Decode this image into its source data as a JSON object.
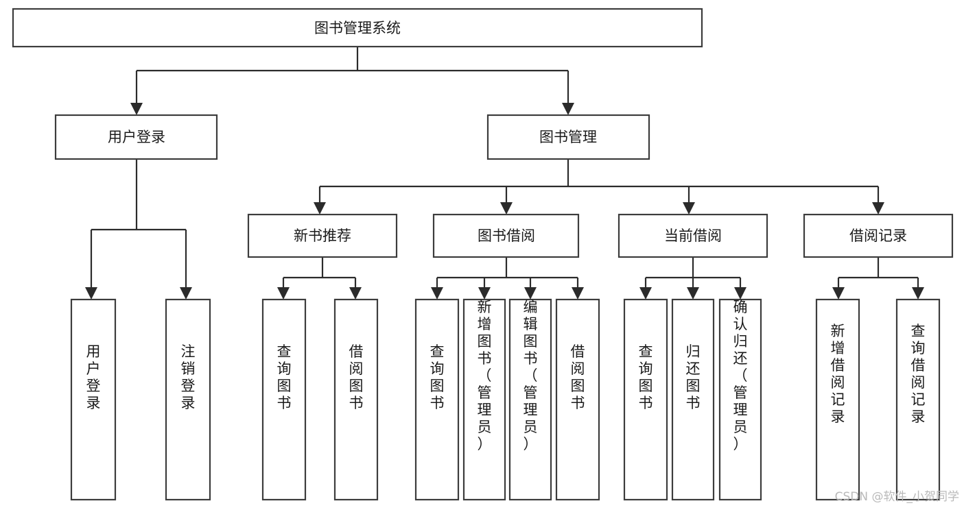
{
  "diagram": {
    "title": "图书管理系统",
    "type": "hierarchy-tree",
    "orientation": "top-down",
    "levels": 4,
    "root": {
      "id": "root",
      "label": "图书管理系统",
      "text_orientation": "horizontal"
    },
    "level2": [
      {
        "id": "user-login",
        "label": "用户登录",
        "text_orientation": "horizontal"
      },
      {
        "id": "book-management",
        "label": "图书管理",
        "text_orientation": "horizontal"
      }
    ],
    "level3": [
      {
        "id": "new-book-recommend",
        "label": "新书推荐",
        "parent": "book-management",
        "text_orientation": "horizontal"
      },
      {
        "id": "book-borrow",
        "label": "图书借阅",
        "parent": "book-management",
        "text_orientation": "horizontal"
      },
      {
        "id": "current-borrow",
        "label": "当前借阅",
        "parent": "book-management",
        "text_orientation": "horizontal"
      },
      {
        "id": "borrow-record",
        "label": "借阅记录",
        "parent": "book-management",
        "text_orientation": "horizontal"
      }
    ],
    "leaves": [
      {
        "id": "leaf-user-login",
        "label": "用户登录",
        "parent": "user-login",
        "text_orientation": "vertical"
      },
      {
        "id": "leaf-logout-login",
        "label": "注销登录",
        "parent": "user-login",
        "text_orientation": "vertical"
      },
      {
        "id": "leaf-query-book-1",
        "label": "查询图书",
        "parent": "new-book-recommend",
        "text_orientation": "vertical"
      },
      {
        "id": "leaf-borrow-book-1",
        "label": "借阅图书",
        "parent": "new-book-recommend",
        "text_orientation": "vertical"
      },
      {
        "id": "leaf-query-book-2",
        "label": "查询图书",
        "parent": "book-borrow",
        "text_orientation": "vertical"
      },
      {
        "id": "leaf-add-book",
        "label": "新增图书（管理员）",
        "parent": "book-borrow",
        "text_orientation": "vertical"
      },
      {
        "id": "leaf-edit-book",
        "label": "编辑图书（管理员）",
        "parent": "book-borrow",
        "text_orientation": "vertical"
      },
      {
        "id": "leaf-borrow-book-2",
        "label": "借阅图书",
        "parent": "book-borrow",
        "text_orientation": "vertical"
      },
      {
        "id": "leaf-query-book-3",
        "label": "查询图书",
        "parent": "current-borrow",
        "text_orientation": "vertical"
      },
      {
        "id": "leaf-return-book",
        "label": "归还图书",
        "parent": "current-borrow",
        "text_orientation": "vertical"
      },
      {
        "id": "leaf-confirm-return",
        "label": "确认归还（管理员）",
        "parent": "current-borrow",
        "text_orientation": "vertical"
      },
      {
        "id": "leaf-add-borrow-record",
        "label": "新增借阅记录",
        "parent": "borrow-record",
        "text_orientation": "vertical"
      },
      {
        "id": "leaf-query-borrow-record",
        "label": "查询借阅记录",
        "parent": "borrow-record",
        "text_orientation": "vertical"
      }
    ]
  },
  "watermark": {
    "text": "CSDN @软件_小贺同学"
  },
  "colors": {
    "background": "#ffffff",
    "box_stroke": "#3c3c3c",
    "connector": "#2b2b2b",
    "label_text": "#1a1a1a",
    "watermark_text": "#b9b9b9"
  }
}
